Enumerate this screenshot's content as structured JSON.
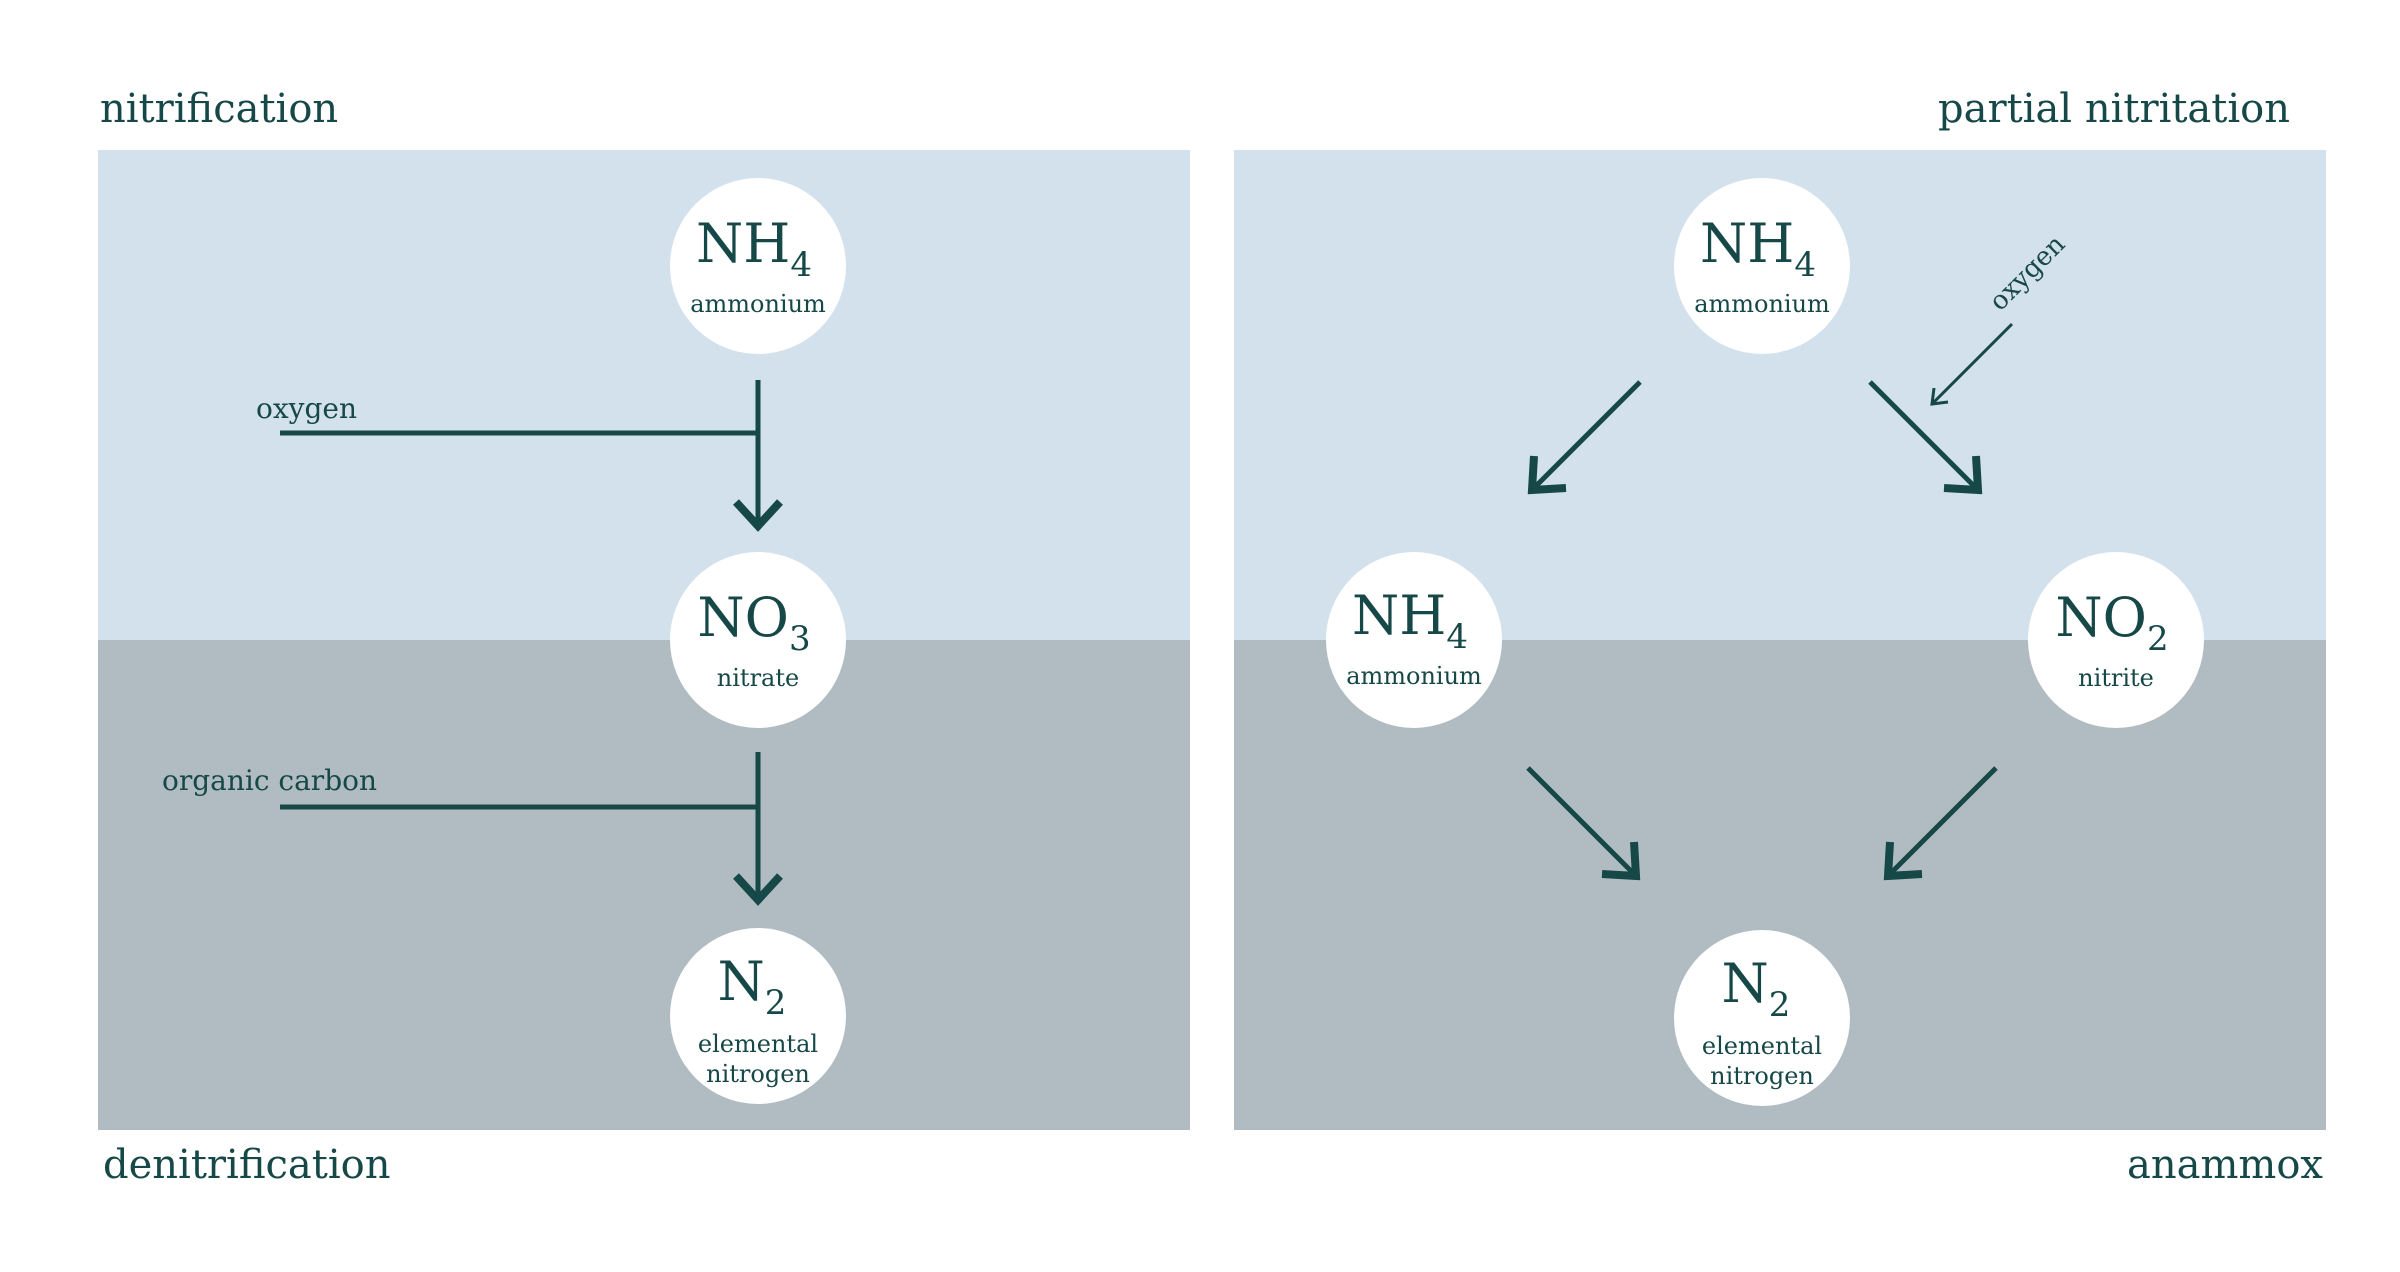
{
  "labels": {
    "nitrification": "nitrification",
    "partial_nitritation": "partial nitritation",
    "denitrification": "denitrification",
    "anammox": "anammox"
  },
  "colors": {
    "upper_band": "#d3e1ed",
    "lower_band": "#b1bcc2",
    "ink": "#174848",
    "circle": "#ffffff"
  },
  "left_panel": {
    "nodes": [
      {
        "formula": "NH",
        "subscript": "4",
        "name": "ammonium"
      },
      {
        "formula": "NO",
        "subscript": "3",
        "name": "nitrate"
      },
      {
        "formula": "N",
        "subscript": "2",
        "name": "elemental nitrogen",
        "name_lines": [
          "elemental",
          "nitrogen"
        ]
      }
    ],
    "inputs": [
      {
        "text": "oxygen"
      },
      {
        "text": "organic carbon"
      }
    ]
  },
  "right_panel": {
    "nodes": [
      {
        "formula": "NH",
        "subscript": "4",
        "name": "ammonium"
      },
      {
        "formula": "NH",
        "subscript": "4",
        "name": "ammonium"
      },
      {
        "formula": "NO",
        "subscript": "2",
        "name": "nitrite"
      },
      {
        "formula": "N",
        "subscript": "2",
        "name": "elemental nitrogen",
        "name_lines": [
          "elemental",
          "nitrogen"
        ]
      }
    ],
    "inputs": [
      {
        "text": "oxygen"
      }
    ]
  }
}
